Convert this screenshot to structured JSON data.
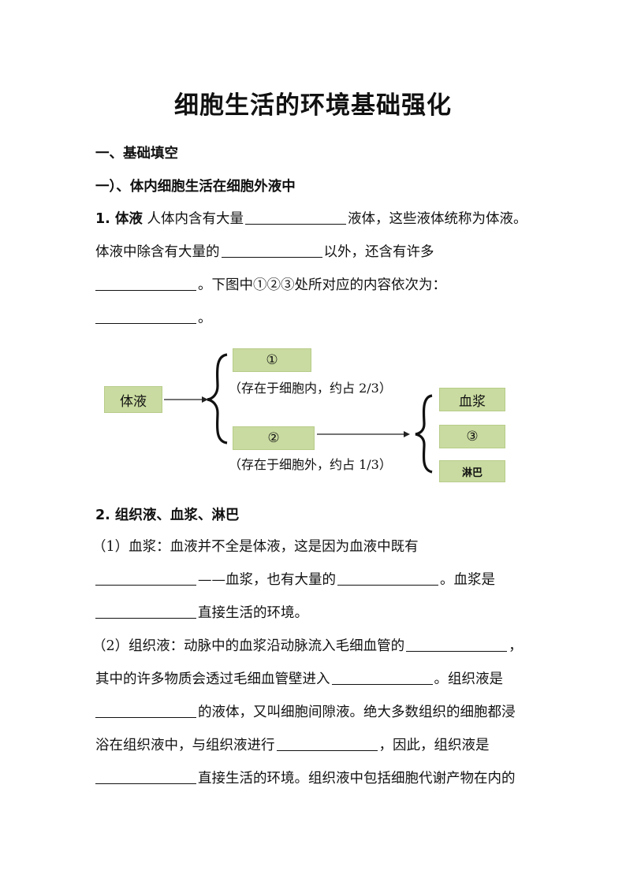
{
  "title": "细胞生活的环境基础强化",
  "section1": "一、基础填空",
  "section1_sub": "一）、体内细胞生活在细胞外液中",
  "q1": {
    "label": "1. 体液",
    "l1_a": "人体内含有大量",
    "l1_b": "液体，这些液体统称为体液。",
    "l2_a": "体液中除含有大量的",
    "l2_b": "以外，还含有许多",
    "l3_b": "。下图中①②③处所对应的内容依次为：",
    "l4_b": "。"
  },
  "diagram": {
    "root": "体液",
    "box1": "①",
    "note1": "（存在于细胞内，约占 2/3）",
    "box2": "②",
    "note2": "（存在于细胞外，约占 1/3）",
    "sub1": "血浆",
    "sub2": "③",
    "sub3": "淋巴"
  },
  "q2": {
    "label": "2. 组织液、血浆、淋巴",
    "p1_a": "（1）血浆：血液并不全是体液，这是因为血液中既有",
    "p1_l2_b": "——血浆，也有大量的",
    "p1_l2_c": "。血浆是",
    "p1_l3_b": "直接生活的环境。",
    "p2_a": "（2）组织液：动脉中的血浆沿动脉流入毛细血管的",
    "p2_a_end": "，",
    "p2_l2_a": "其中的许多物质会透过毛细血管壁进入",
    "p2_l2_b": "。组织液是",
    "p2_l3_b": "的液体，又叫细胞间隙液。绝大多数组织的细胞都浸",
    "p2_l4_a": "浴在组织液中，与组织液进行",
    "p2_l4_b": "，因此，组织液是",
    "p2_l5_b": "直接生活的环境。组织液中包括细胞代谢产物在内的"
  }
}
